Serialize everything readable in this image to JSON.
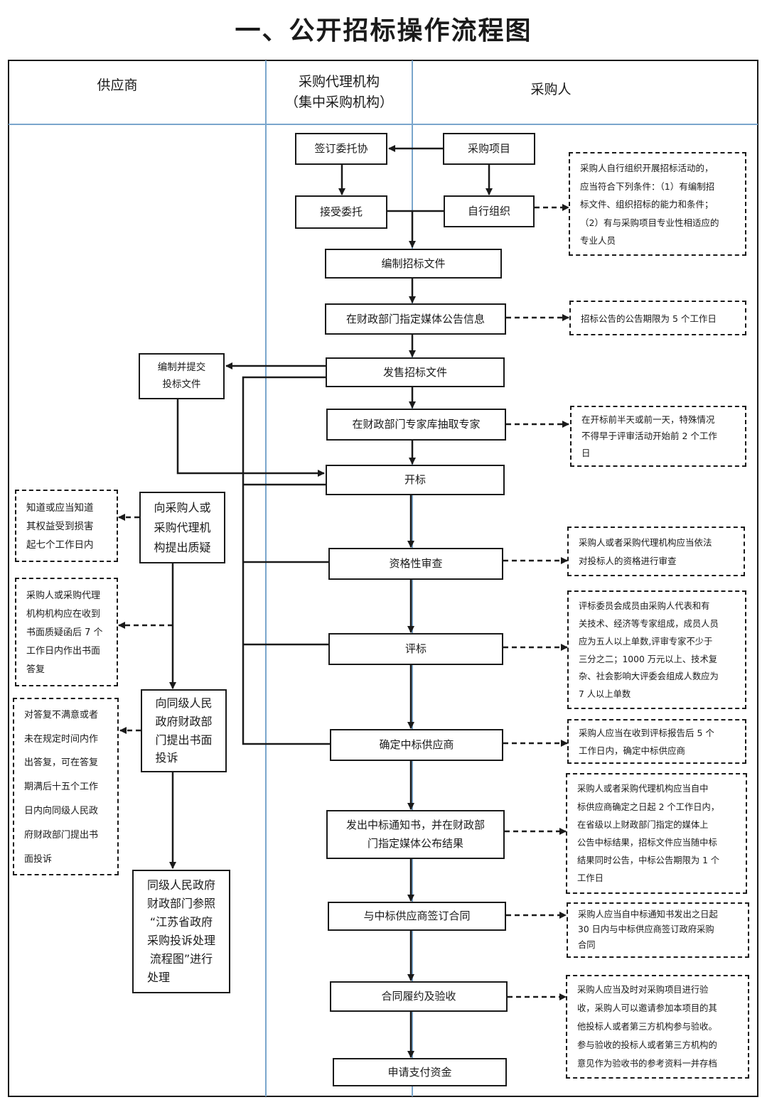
{
  "title": "一、公开招标操作流程图",
  "lanes": {
    "supplier": "供应商",
    "agency_line1": "采购代理机构",
    "agency_line2": "（集中采购机构）",
    "purchaser": "采购人"
  },
  "main_flow": {
    "sign_entrust": "签订委托协",
    "purchase_project": "采购项目",
    "accept_entrust": "接受委托",
    "self_organize": "自行组织",
    "prepare_docs": "编制招标文件",
    "publish_info": "在财政部门指定媒体公告信息",
    "sell_docs": "发售招标文件",
    "draw_experts": "在财政部门专家库抽取专家",
    "open_bids": "开标",
    "qualification_review": "资格性审查",
    "evaluation": "评标",
    "determine_winner": "确定中标供应商",
    "issue_notice_line1": "发出中标通知书，并在财政部",
    "issue_notice_line2": "门指定媒体公布结果",
    "sign_contract": "与中标供应商签订合同",
    "perform_accept": "合同履约及验收",
    "apply_payment": "申请支付资金"
  },
  "supplier_flow": {
    "prepare_bid_line1": "编制并提交",
    "prepare_bid_line2": "投标文件",
    "query_line1": "向采购人或",
    "query_line2": "采购代理机",
    "query_line3": "构提出质疑",
    "complaint_line1": "向同级人民",
    "complaint_line2": "政府财政部",
    "complaint_line3": "门提出书面",
    "complaint_line4": "投诉",
    "handle_line1": "同级人民政府",
    "handle_line2": "财政部门参照",
    "handle_line3": "“江苏省政府",
    "handle_line4": "采购投诉处理",
    "handle_line5": "流程图”进行",
    "handle_line6": "处理"
  },
  "left_notes": {
    "query_deadline": [
      "知道或应当知道",
      "其权益受到损害",
      "起七个工作日内"
    ],
    "reply_deadline": [
      "采购人或采购代理",
      "机构机构应在收到",
      "书面质疑函后 7 个",
      "工作日内作出书面",
      "答复"
    ],
    "complaint_deadline": [
      "对答复不满意或者",
      "未在规定时间内作",
      "出答复，可在答复",
      "期满后十五个工作",
      "日内向同级人民政",
      "府财政部门提出书",
      "面投诉"
    ]
  },
  "right_notes": {
    "self_org_conditions": [
      "采购人自行组织开展招标活动的，",
      "应当符合下列条件：（1）有编制招",
      "标文件、组织招标的能力和条件；",
      "（2）有与采购项目专业性相适应的",
      "专业人员"
    ],
    "notice_period": [
      "招标公告的公告期限为 5 个工作日"
    ],
    "expert_timing": [
      "在开标前半天或前一天，特殊情况",
      "不得早于评审活动开始前 2 个工作",
      "日"
    ],
    "qualification_note": [
      "采购人或者采购代理机构应当依法",
      "对投标人的资格进行审查"
    ],
    "committee_note": [
      "评标委员会成员由采购人代表和有",
      "关技术、经济等专家组成，成员人员",
      "应为五人以上单数,评审专家不少于",
      "三分之二；1000 万元以上、技术复",
      "杂、社会影响大评委会组成人数应为",
      "7 人以上单数"
    ],
    "winner_note": [
      "采购人应当在收到评标报告后 5 个",
      "工作日内，确定中标供应商"
    ],
    "publish_result_note": [
      "采购人或者采购代理机构应当自中",
      "标供应商确定之日起 2 个工作日内，",
      "在省级以上财政部门指定的媒体上",
      "公告中标结果，招标文件应当随中标",
      "结果同时公告，中标公告期限为 1 个",
      "工作日"
    ],
    "contract_note": [
      "采购人应当自中标通知书发出之日起",
      "30 日内与中标供应商签订政府采购",
      "合同"
    ],
    "acceptance_note": [
      "采购人应当及时对采购项目进行验",
      "收，采购人可以邀请参加本项目的其",
      "他投标人或者第三方机构参与验收。",
      "参与验收的投标人或者第三方机构的",
      "意见作为验收书的参考资料一并存档"
    ]
  },
  "colors": {
    "lane_divider": "#7aa6cc",
    "frame": "#1a1a1a",
    "box_border": "#1a1a1a",
    "arrow": "#1a1a1a"
  }
}
